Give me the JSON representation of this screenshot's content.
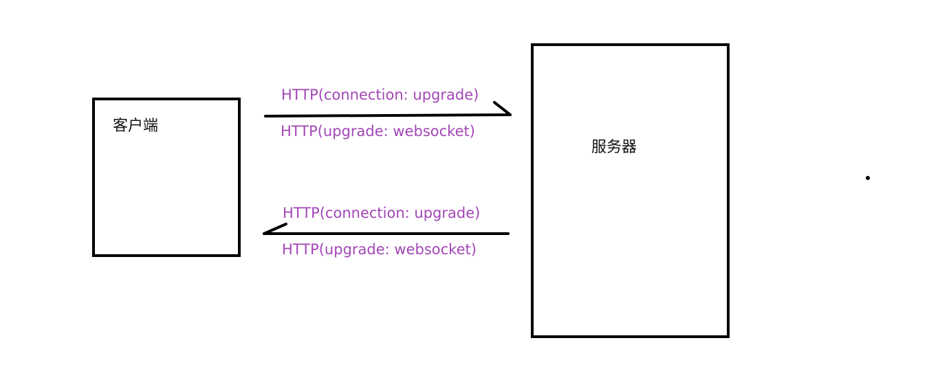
{
  "nodes": {
    "client": {
      "label": "客户端"
    },
    "server": {
      "label": "服务器"
    }
  },
  "messages": {
    "request": {
      "line1": "HTTP(connection: upgrade)",
      "line2": "HTTP(upgrade: websocket)"
    },
    "response": {
      "line1": "HTTP(connection: upgrade)",
      "line2": "HTTP(upgrade: websocket)"
    }
  },
  "colors": {
    "message_text": "#a246b6",
    "stroke": "#000000",
    "label_text": "#111111"
  }
}
